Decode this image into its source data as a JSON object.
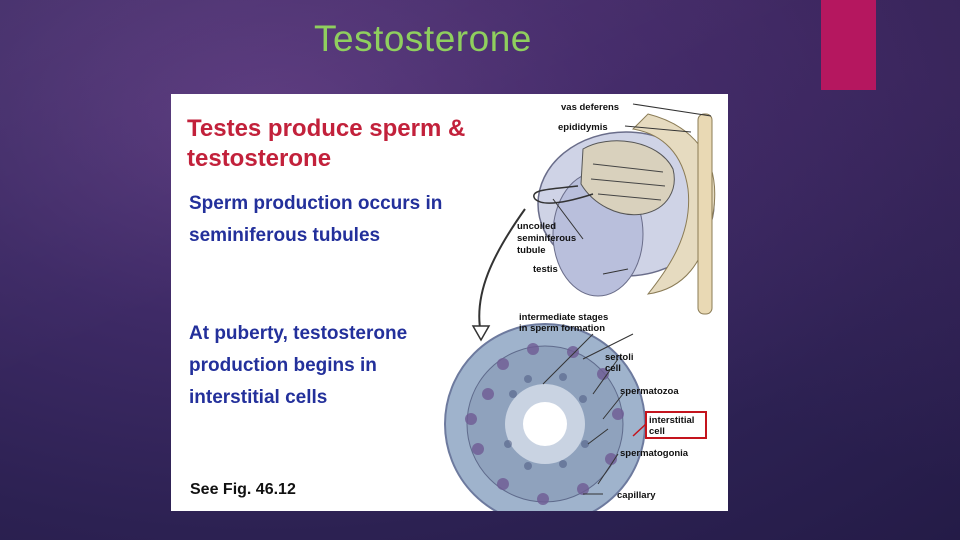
{
  "slide": {
    "title": "Testosterone",
    "accent_color": "#b5175f",
    "title_color": "#8fcf5e"
  },
  "figure": {
    "heading": "Testes produce sperm & testosterone",
    "paragraph1": "Sperm production occurs in seminiferous tubules",
    "paragraph2": "At puberty, testosterone production begins in interstitial cells",
    "figure_reference": "See Fig. 46.12",
    "labels": {
      "vas_deferens": "vas deferens",
      "epididymis": "epididymis",
      "uncoiled_1": "uncoiled",
      "uncoiled_2": "seminiferous",
      "uncoiled_3": "tubule",
      "testis": "testis",
      "intermediate_1": "intermediate stages",
      "intermediate_2": "in sperm formation",
      "sertoli_1": "sertoli",
      "sertoli_2": "cell",
      "spermatozoa": "spermatozoa",
      "interstitial_1": "interstitial",
      "interstitial_2": "cell",
      "spermatogonia": "spermatogonia",
      "capillary": "capillary"
    }
  }
}
